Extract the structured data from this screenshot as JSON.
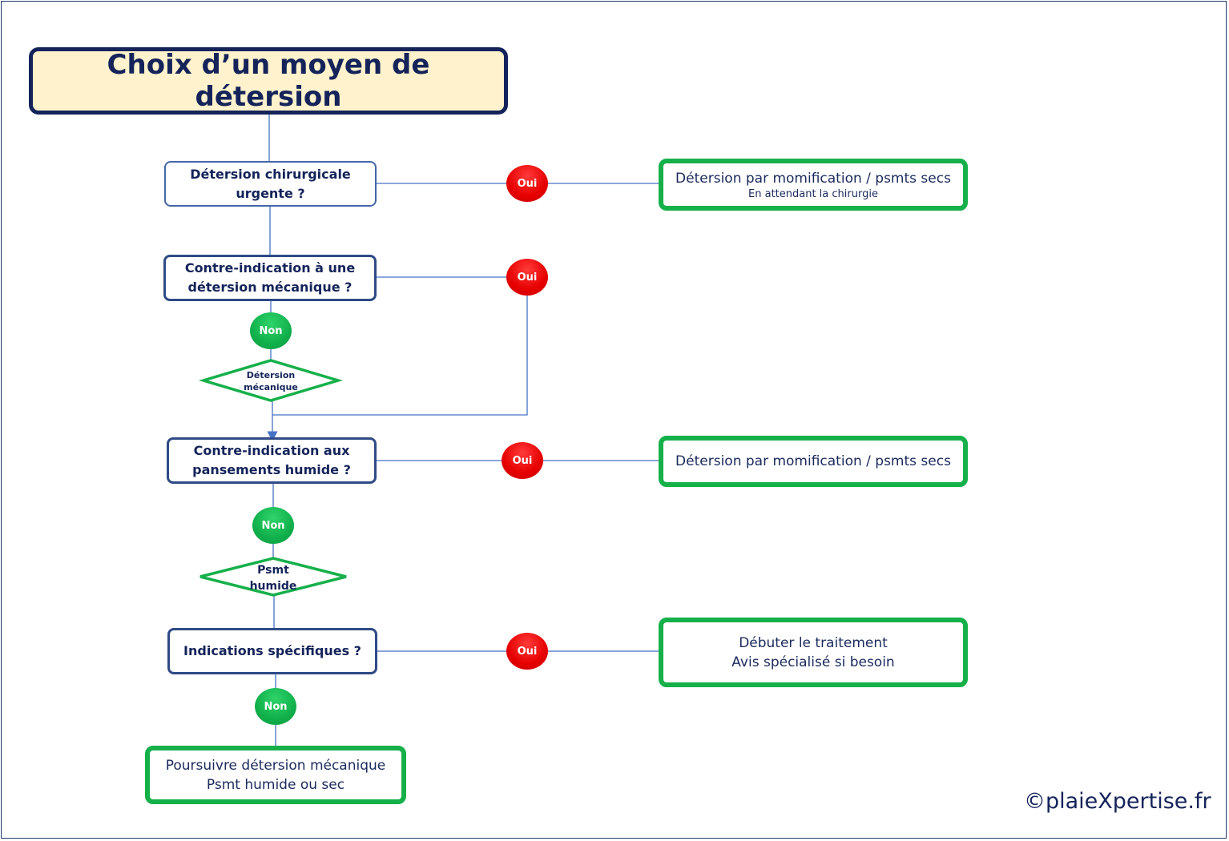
{
  "title": "Choix d’un moyen de détersion",
  "questions": {
    "q1": [
      "Détersion chirurgicale",
      "urgente ?"
    ],
    "q2": [
      "Contre-indication  à une",
      "détersion mécanique ?"
    ],
    "q3": [
      "Contre-indication  aux",
      "pansements humide ?"
    ],
    "q4": "Indications spécifiques ?"
  },
  "diamonds": {
    "d1": [
      "Détersion",
      "mécanique"
    ],
    "d2": [
      "Psmt",
      "humide"
    ]
  },
  "results": {
    "r1_main": "Détersion par momification / psmts secs",
    "r1_sub": "En attendant la chirurgie",
    "r2": "Détersion par momification / psmts secs",
    "r3": [
      "Débuter le traitement",
      "Avis spécialisé si besoin"
    ],
    "r4": [
      "Poursuivre détersion mécanique",
      "Psmt humide ou sec"
    ]
  },
  "labels": {
    "oui": "Oui",
    "non": "Non"
  },
  "footer": "©plaieXpertise.fr",
  "colors": {
    "oui": "#e60000",
    "non": "#11b04c",
    "result_border": "#16b04a",
    "navy": "#14245a",
    "title_bg": "#fff2cc"
  }
}
